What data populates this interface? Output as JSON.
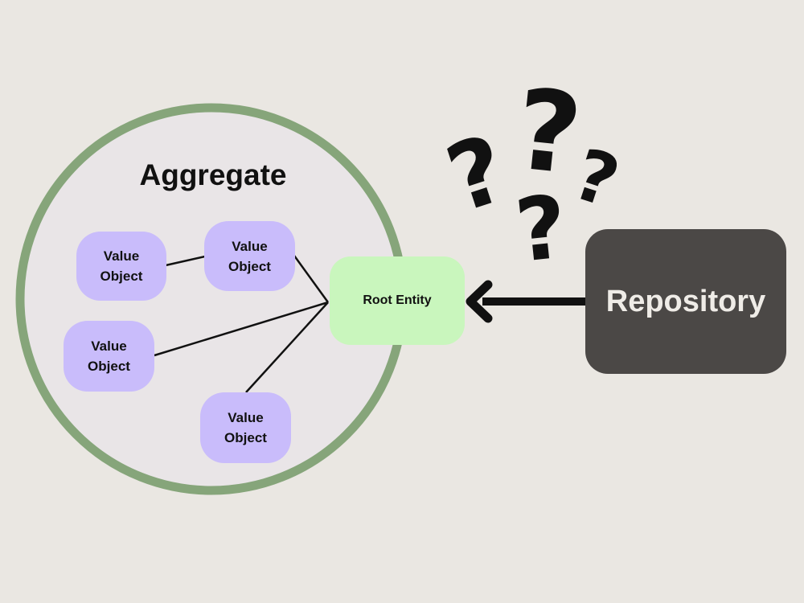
{
  "aggregate": {
    "title": "Aggregate"
  },
  "value_objects": [
    {
      "line1": "Value",
      "line2": "Object"
    },
    {
      "line1": "Value",
      "line2": "Object"
    },
    {
      "line1": "Value",
      "line2": "Object"
    },
    {
      "line1": "Value",
      "line2": "Object"
    }
  ],
  "root_entity": {
    "label": "Root Entity"
  },
  "repository": {
    "label": "Repository"
  },
  "question_marks": [
    "?",
    "?",
    "?",
    "?"
  ],
  "colors": {
    "background": "#eae7e2",
    "aggregate_fill": "#e9e5e7",
    "aggregate_border": "#86a57a",
    "value_object_fill": "#c9bcfb",
    "root_entity_fill": "#c9f6bd",
    "repository_fill": "#4b4846",
    "repository_text": "#efece7",
    "connector": "#111111"
  }
}
